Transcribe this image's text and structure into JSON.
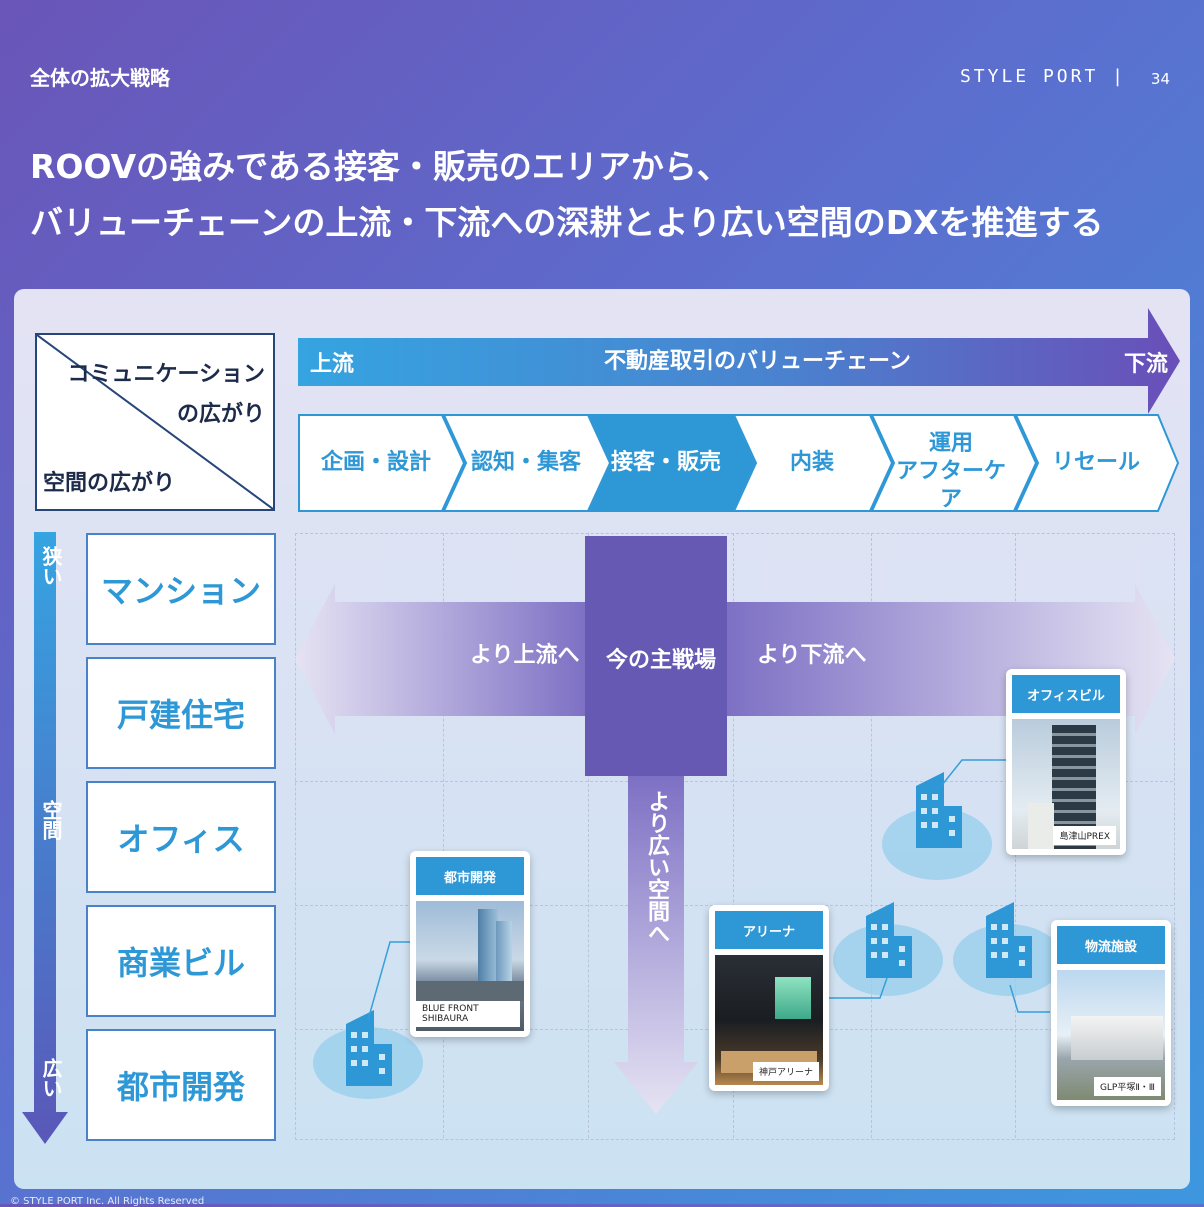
{
  "header": {
    "section": "全体の拡大戦略",
    "brand": "STYLE PORT",
    "page_number": "34",
    "headline_line1": "ROOVの強みである接客・販売のエリアから、",
    "headline_line2": "バリューチェーンの上流・下流への深耕とより広い空間のDXを推進する"
  },
  "corner": {
    "top_line1": "コミュニケーション",
    "top_line2": "の広がり",
    "bottom": "空間の広がり"
  },
  "value_chain": {
    "upstream": "上流",
    "title": "不動産取引のバリューチェーン",
    "downstream": "下流",
    "steps": [
      {
        "line1": "企画・設計",
        "line2": ""
      },
      {
        "line1": "認知・集客",
        "line2": ""
      },
      {
        "line1": "接客・販売",
        "line2": ""
      },
      {
        "line1": "内装",
        "line2": ""
      },
      {
        "line1": "運用",
        "line2": "アフターケア"
      },
      {
        "line1": "リセール",
        "line2": ""
      }
    ]
  },
  "space_axis": {
    "narrow": "狭い",
    "space": "空間",
    "wide": "広い"
  },
  "space_rows": [
    "マンション",
    "戸建住宅",
    "オフィス",
    "商業ビル",
    "都市開発"
  ],
  "matrix": {
    "current": "今の主戦場",
    "left": "より上流へ",
    "right": "より下流へ",
    "down": "より広い空間へ"
  },
  "cards": [
    {
      "title": "都市開発",
      "caption": "BLUE FRONT SHIBAURA"
    },
    {
      "title": "アリーナ",
      "caption": "神戸アリーナ"
    },
    {
      "title": "オフィスビル",
      "caption": "島津山PREX"
    },
    {
      "title": "物流施設",
      "caption": "GLP平塚Ⅱ・Ⅲ"
    }
  ],
  "footer": "© STYLE PORT Inc. All Rights Reserved",
  "colors": {
    "accent_blue": "#2e97d6",
    "accent_purple": "#6659b3",
    "navy": "#26467a"
  }
}
